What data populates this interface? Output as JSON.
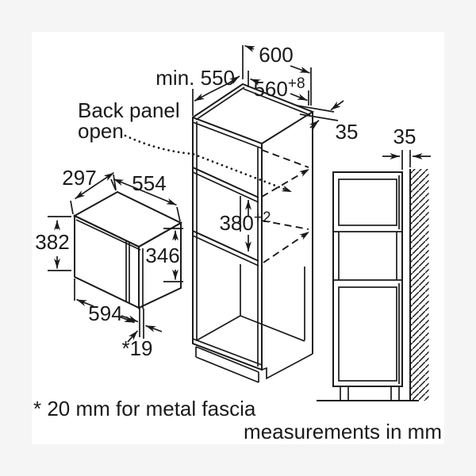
{
  "colors": {
    "background": "#f5f5f6",
    "paper": "#ffffff",
    "line": "#1a1a1a"
  },
  "annotations": {
    "back_panel_line1": "Back panel",
    "back_panel_line2": "open",
    "footnote": "* 20 mm for metal fascia",
    "units_note": "measurements in mm"
  },
  "dimensions": {
    "cabinet_width": "600",
    "min_depth": "min. 550",
    "niche_width": "560",
    "niche_width_tol": "+8",
    "top_back_offset": "35",
    "wall_gap": "35",
    "niche_height": "380",
    "niche_height_tol": "+2",
    "appliance_depth": "297",
    "appliance_body_width": "554",
    "appliance_height": "382",
    "appliance_side_height": "346",
    "appliance_front_width": "594",
    "door_protrusion": "*19"
  }
}
